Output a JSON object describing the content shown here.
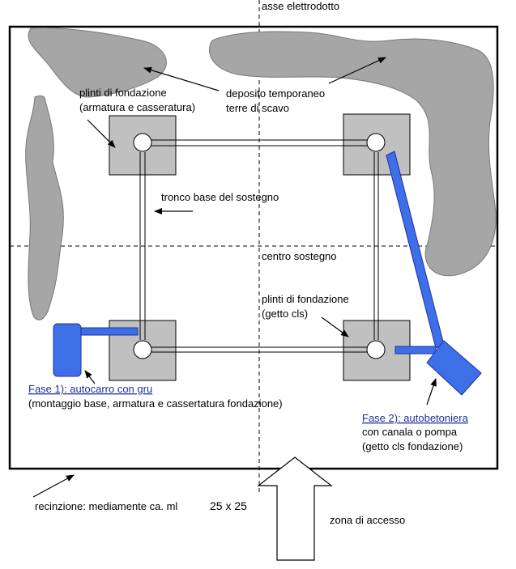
{
  "labels": {
    "asse": "asse elettrodotto",
    "plinti_top_1": "plinti di fondazione",
    "plinti_top_2": "(armatura e casseratura)",
    "deposito_1": "deposito temporaneo",
    "deposito_2": "terre di scavo",
    "tronco": "tronco base del sostegno",
    "centro": "centro sostegno",
    "plinti_bot_1": "plinti di fondazione",
    "plinti_bot_2": "(getto cls)",
    "fase1_title": "Fase 1): autocarro con gru",
    "fase1_desc": "(montaggio base, armatura e cassertatura fondazione)",
    "fase2_title": "Fase 2): autobetoniera",
    "fase2_line2": "con canala o pompa",
    "fase2_line3": "(getto cls fondazione)",
    "recinzione": "recinzione: mediamente ca. ml",
    "dimensioni": "25 x 25",
    "accesso": "zona di accesso"
  },
  "colors": {
    "deposit_fill": "#a6a6a6",
    "plinth_fill": "#c0c0c0",
    "vehicle_blue": "#3d6fe8",
    "fase_text": "#1f2fa0"
  }
}
